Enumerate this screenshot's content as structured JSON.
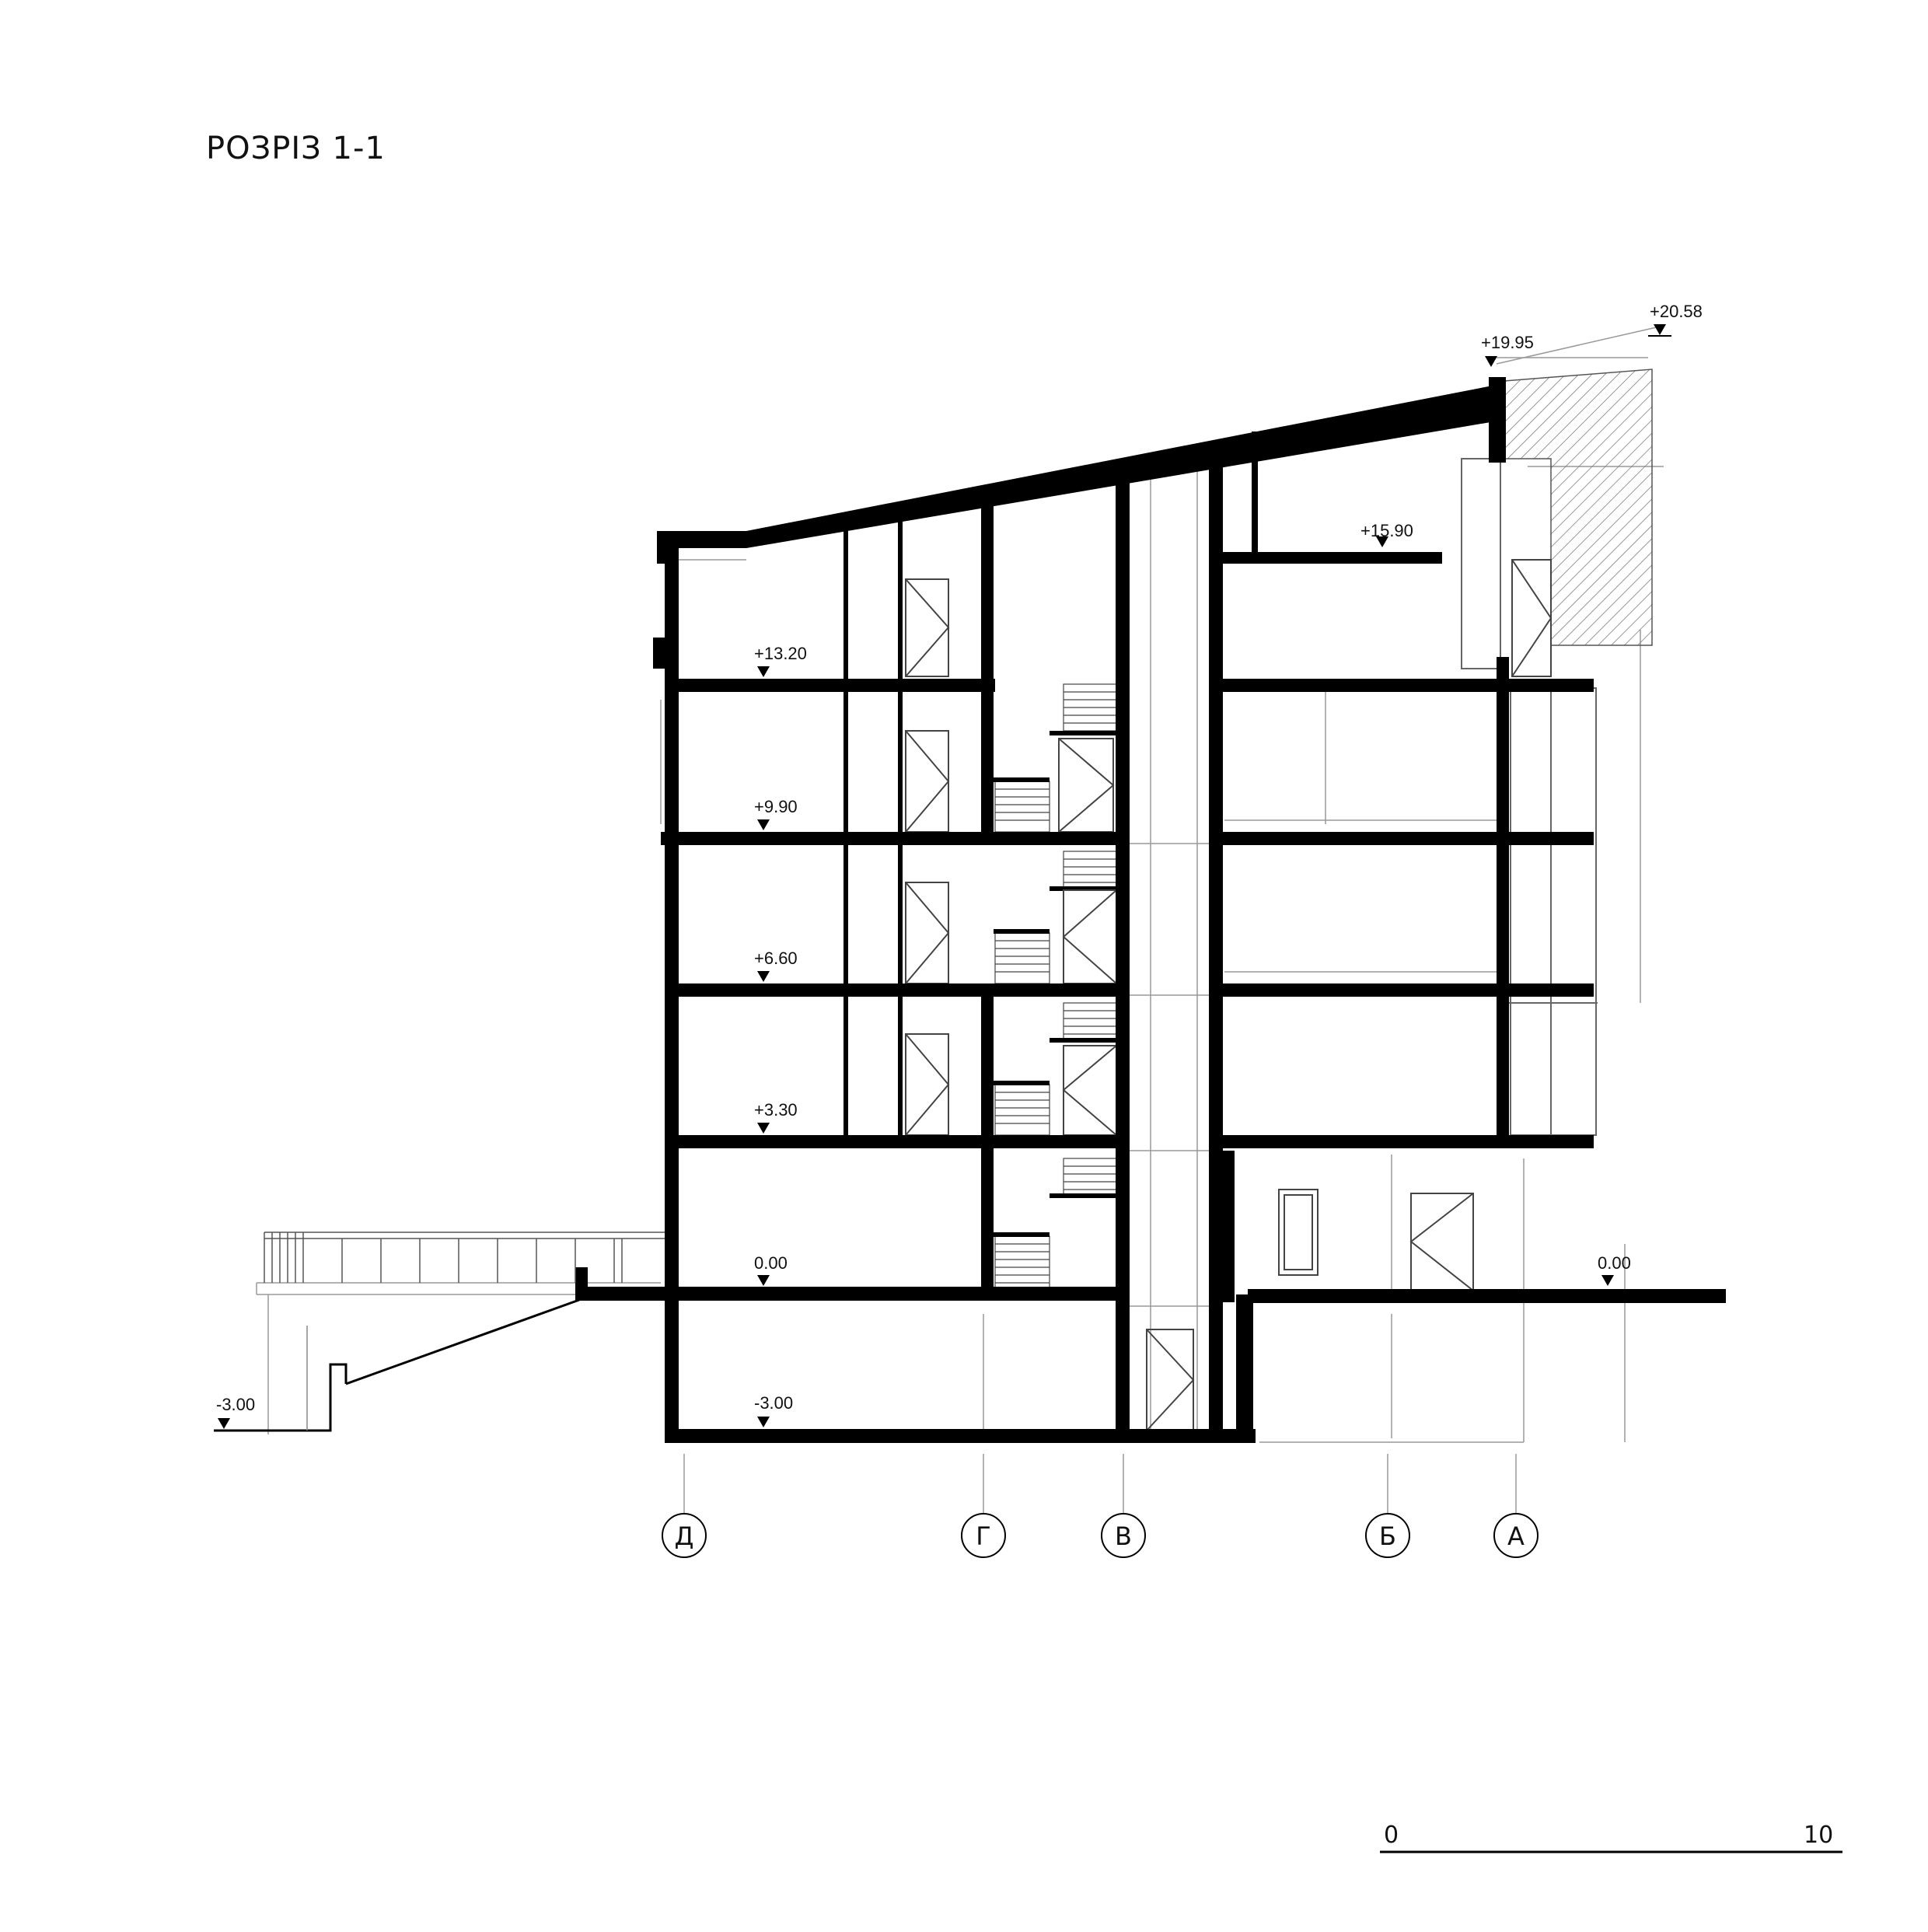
{
  "drawing": {
    "title": "РОЗРІЗ 1-1"
  },
  "levels": {
    "roof_peak": "+20.58",
    "roof_ridge": "+19.95",
    "mezzanine": "+15.90",
    "floor_5": "+13.20",
    "floor_4": "+9.90",
    "floor_3": "+6.60",
    "floor_2": "+3.30",
    "ground_left": "0.00",
    "ground_right": "0.00",
    "basement": "-3.00",
    "ramp_bottom": "-3.00"
  },
  "axes": {
    "a": "А",
    "b": "Б",
    "v": "В",
    "g": "Г",
    "d": "Д"
  },
  "scale_bar": {
    "start": "0",
    "end": "10"
  }
}
